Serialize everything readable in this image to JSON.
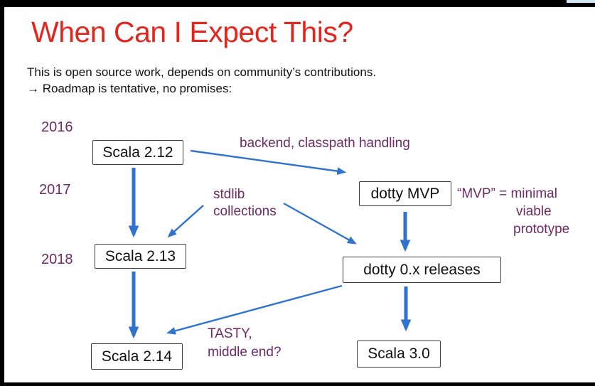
{
  "slide": {
    "title": "When Can I Expect This?",
    "intro_line1": "This is open source work, depends on community’s contributions.",
    "intro_line2": "→ Roadmap is tentative, no promises:"
  },
  "colors": {
    "title_red": "#e3251d",
    "annotation_purple": "#6f2a67",
    "arrow_blue": "#2f72cf",
    "box_border": "#3c3c3c",
    "frame_black": "#000000"
  },
  "timeline": {
    "years": [
      "2016",
      "2017",
      "2018"
    ]
  },
  "diagram": {
    "nodes": [
      {
        "id": "scala-2-12",
        "label": "Scala 2.12"
      },
      {
        "id": "dotty-mvp",
        "label": "dotty MVP"
      },
      {
        "id": "scala-2-13",
        "label": "Scala 2.13"
      },
      {
        "id": "dotty-0x-releases",
        "label": "dotty 0.x releases"
      },
      {
        "id": "scala-2-14",
        "label": "Scala 2.14"
      },
      {
        "id": "scala-3-0",
        "label": "Scala 3.0"
      }
    ],
    "annotations": {
      "backend": "backend, classpath handling",
      "stdlib_lines": [
        "stdlib",
        "collections"
      ],
      "mvp_lines": [
        "“MVP” = minimal",
        "viable",
        "prototype"
      ],
      "tasty_lines": [
        "TASTY,",
        "middle end?"
      ]
    },
    "edges": [
      {
        "from": "Scala 2.12",
        "to": "dotty MVP",
        "label": "backend, classpath handling",
        "style": "thin"
      },
      {
        "from": "Scala 2.12",
        "to": "Scala 2.13",
        "label": "",
        "style": "thick"
      },
      {
        "from": "stdlib collections",
        "to": "Scala 2.13",
        "label": "",
        "style": "thin"
      },
      {
        "from": "stdlib collections",
        "to": "dotty 0.x releases",
        "label": "",
        "style": "thin"
      },
      {
        "from": "dotty MVP",
        "to": "dotty 0.x releases",
        "label": "",
        "style": "thick"
      },
      {
        "from": "Scala 2.13",
        "to": "Scala 2.14",
        "label": "",
        "style": "thick"
      },
      {
        "from": "dotty 0.x releases",
        "to": "Scala 2.14",
        "label": "TASTY, middle end?",
        "style": "thin"
      },
      {
        "from": "dotty 0.x releases",
        "to": "Scala 3.0",
        "label": "",
        "style": "thick"
      }
    ]
  }
}
